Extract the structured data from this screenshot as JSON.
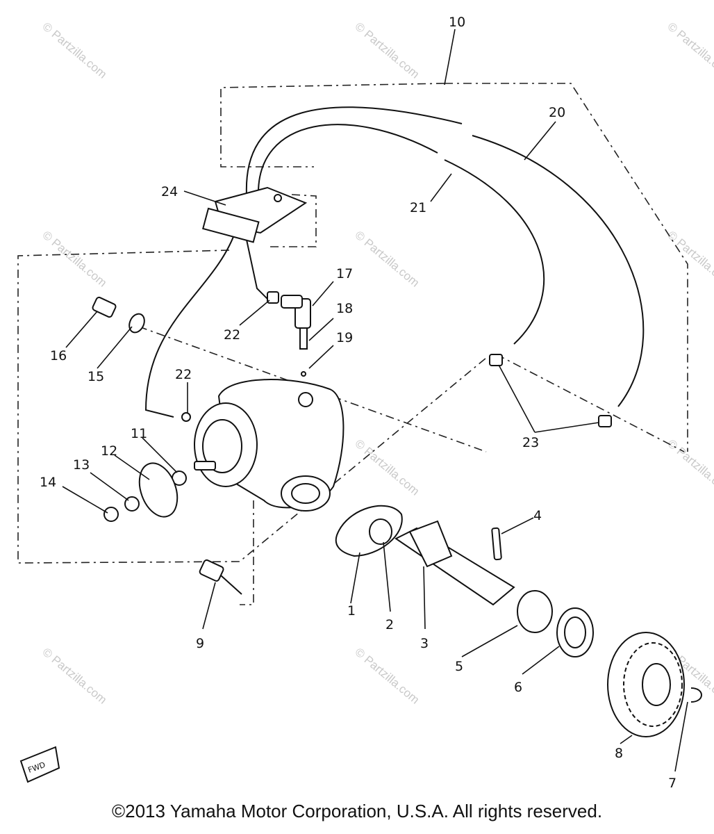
{
  "watermark": "© Partzilla.com",
  "copyright": "©2013  Yamaha Motor Corporation, U.S.A. All rights reserved.",
  "fwd_label": "FWD",
  "callouts": [
    "10",
    "20",
    "24",
    "21",
    "17",
    "22",
    "18",
    "16",
    "19",
    "15",
    "22",
    "11",
    "12",
    "13",
    "14",
    "23",
    "4",
    "1",
    "2",
    "3",
    "9",
    "5",
    "6",
    "8",
    "7"
  ]
}
